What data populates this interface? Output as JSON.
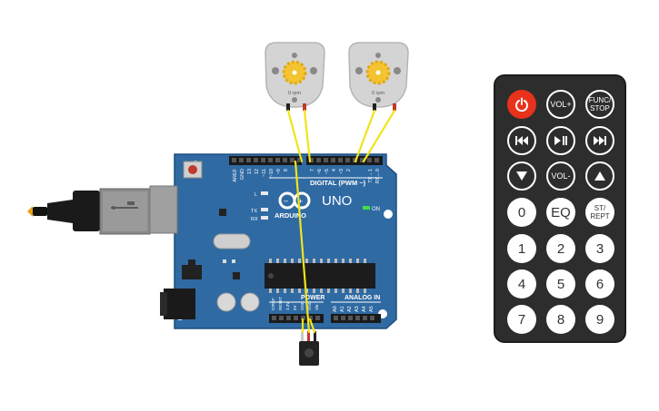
{
  "motors": [
    {
      "label": "0 rpm"
    },
    {
      "label": "0 rpm"
    }
  ],
  "board": {
    "brand": "ARDUINO",
    "model": "UNO",
    "digital_header": "DIGITAL (PWM ~)",
    "power_header": "POWER",
    "analog_header": "ANALOG IN",
    "on_label": "ON",
    "led_l": "L",
    "led_tx": "TX",
    "led_rx": "RX",
    "digital_pins": [
      "AREF",
      "GND",
      "13",
      "12",
      "~11",
      "~10",
      "~9",
      "8",
      "7",
      "~6",
      "~5",
      "4",
      "~3",
      "2",
      "TX→1",
      "RX←0"
    ],
    "power_pins": [
      "IOREF",
      "RESET",
      "3.3V",
      "5V",
      "GND",
      "GND",
      "Vin"
    ],
    "analog_pins": [
      "A0",
      "A1",
      "A2",
      "A3",
      "A4",
      "A5"
    ]
  },
  "remote": {
    "buttons": [
      {
        "id": "power",
        "label": "",
        "icon": "power-icon"
      },
      {
        "id": "vol-up",
        "label": "VOL+"
      },
      {
        "id": "func-stop",
        "label": "FUNC/ STOP"
      },
      {
        "id": "prev",
        "label": "",
        "icon": "skip-back-icon"
      },
      {
        "id": "play-pause",
        "label": "",
        "icon": "play-pause-icon"
      },
      {
        "id": "next",
        "label": "",
        "icon": "skip-forward-icon"
      },
      {
        "id": "down",
        "label": "",
        "icon": "triangle-down-icon"
      },
      {
        "id": "vol-down",
        "label": "VOL-"
      },
      {
        "id": "up",
        "label": "",
        "icon": "triangle-up-icon"
      },
      {
        "id": "0",
        "label": "0"
      },
      {
        "id": "eq",
        "label": "EQ"
      },
      {
        "id": "st-rept",
        "label": "ST/ REPT"
      },
      {
        "id": "1",
        "label": "1"
      },
      {
        "id": "2",
        "label": "2"
      },
      {
        "id": "3",
        "label": "3"
      },
      {
        "id": "4",
        "label": "4"
      },
      {
        "id": "5",
        "label": "5"
      },
      {
        "id": "6",
        "label": "6"
      },
      {
        "id": "7",
        "label": "7"
      },
      {
        "id": "8",
        "label": "8"
      },
      {
        "id": "9",
        "label": "9"
      }
    ]
  },
  "colors": {
    "board": "#2f6aa3",
    "board_dark": "#1f4f7d",
    "wire": "#f2e318",
    "gear": "#f4c430",
    "remote_body": "#2d2d2d",
    "power_button": "#e8321c"
  }
}
